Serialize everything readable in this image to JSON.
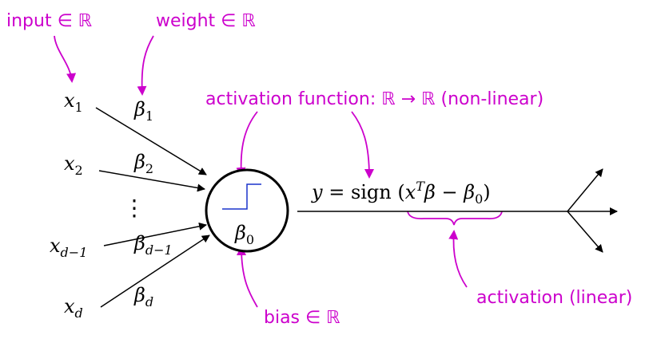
{
  "annotations": {
    "input": "input ∈ ℝ",
    "weight": "weight ∈ ℝ",
    "activation_function": "activation function: ℝ → ℝ (non-linear)",
    "bias": "bias ∈ ℝ",
    "activation_linear": "activation (linear)"
  },
  "inputs": {
    "x1": {
      "base": "x",
      "sub": "1"
    },
    "x2": {
      "base": "x",
      "sub": "2"
    },
    "xd1": {
      "base": "x",
      "sub": "d−1"
    },
    "xd": {
      "base": "x",
      "sub": "d"
    },
    "dots": "⋮"
  },
  "weights": {
    "b1": {
      "base": "β",
      "sub": "1"
    },
    "b2": {
      "base": "β",
      "sub": "2"
    },
    "bd1": {
      "base": "β",
      "sub": "d−1"
    },
    "bd": {
      "base": "β",
      "sub": "d"
    }
  },
  "bias_symbol": {
    "base": "β",
    "sub": "0"
  },
  "equation": {
    "lhs": "y",
    "eq": " = ",
    "func": "sign",
    "open": " (",
    "x": "x",
    "sup": "T",
    "beta": "β",
    "minus": " − ",
    "beta0": "β",
    "beta0_sub": "0",
    "close": ")"
  },
  "colors": {
    "annotation": "#cc00cc",
    "step": "#1a33cc",
    "ink": "#000000"
  }
}
